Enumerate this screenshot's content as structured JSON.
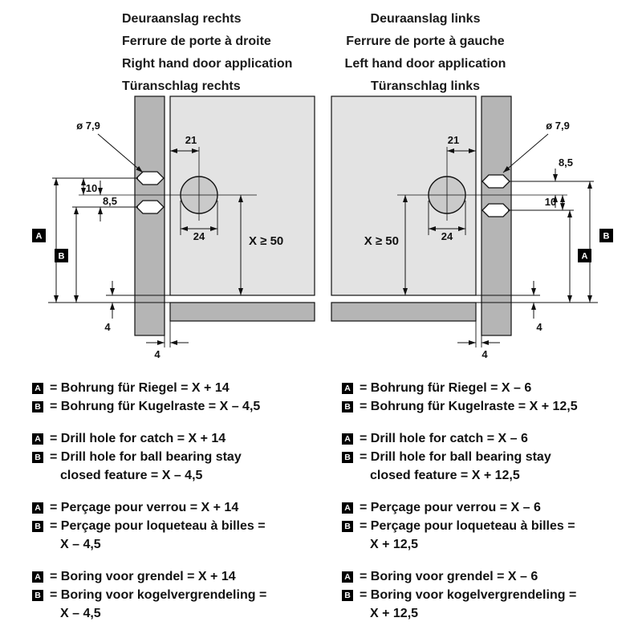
{
  "colors": {
    "panel": "#b5b5b5",
    "door": "#e3e3e3",
    "hole": "#cacaca"
  },
  "header": {
    "left": {
      "lines": [
        "Deuraanslag rechts",
        "Ferrure de porte à droite",
        "Right hand door application",
        "Türanschlag rechts"
      ]
    },
    "right": {
      "lines": [
        "Deuraanslag links",
        "Ferrure de porte à gauche",
        "Left hand door application",
        "Türanschlag links"
      ]
    }
  },
  "dims": {
    "diameter": "ø 7,9",
    "w21": "21",
    "w24": "24",
    "h10": "10",
    "h85": "8,5",
    "xmin": "X ≥ 50",
    "gap4": "4",
    "a": "A",
    "b": "B"
  },
  "legend": {
    "left": {
      "blocks": [
        {
          "rows": [
            {
              "marker": "A",
              "text": "= Bohrung für Riegel = X + 14"
            },
            {
              "marker": "B",
              "text": "= Bohrung für Kugelraste = X – 4,5"
            }
          ]
        },
        {
          "rows": [
            {
              "marker": "A",
              "text": "= Drill hole for catch = X + 14"
            },
            {
              "marker": "B",
              "text": "= Drill hole for ball bearing stay"
            },
            {
              "marker": "",
              "text": "closed feature = X – 4,5"
            }
          ]
        },
        {
          "rows": [
            {
              "marker": "A",
              "text": "= Perçage pour verrou = X + 14"
            },
            {
              "marker": "B",
              "text": "= Perçage pour loqueteau à billes ="
            },
            {
              "marker": "",
              "text": "X – 4,5"
            }
          ]
        },
        {
          "rows": [
            {
              "marker": "A",
              "text": "= Boring voor grendel = X + 14"
            },
            {
              "marker": "B",
              "text": "= Boring voor kogelvergrendeling ="
            },
            {
              "marker": "",
              "text": "X – 4,5"
            }
          ]
        }
      ]
    },
    "right": {
      "blocks": [
        {
          "rows": [
            {
              "marker": "A",
              "text": "= Bohrung für Riegel = X – 6"
            },
            {
              "marker": "B",
              "text": "= Bohrung für Kugelraste = X + 12,5"
            }
          ]
        },
        {
          "rows": [
            {
              "marker": "A",
              "text": "= Drill hole for catch = X – 6"
            },
            {
              "marker": "B",
              "text": "= Drill hole for ball bearing stay"
            },
            {
              "marker": "",
              "text": "closed feature = X + 12,5"
            }
          ]
        },
        {
          "rows": [
            {
              "marker": "A",
              "text": "= Perçage pour verrou = X – 6"
            },
            {
              "marker": "B",
              "text": "= Perçage pour loqueteau à billes ="
            },
            {
              "marker": "",
              "text": "X + 12,5"
            }
          ]
        },
        {
          "rows": [
            {
              "marker": "A",
              "text": "= Boring voor grendel = X – 6"
            },
            {
              "marker": "B",
              "text": "= Boring voor kogelvergrendeling ="
            },
            {
              "marker": "",
              "text": "X + 12,5"
            }
          ]
        }
      ]
    }
  }
}
